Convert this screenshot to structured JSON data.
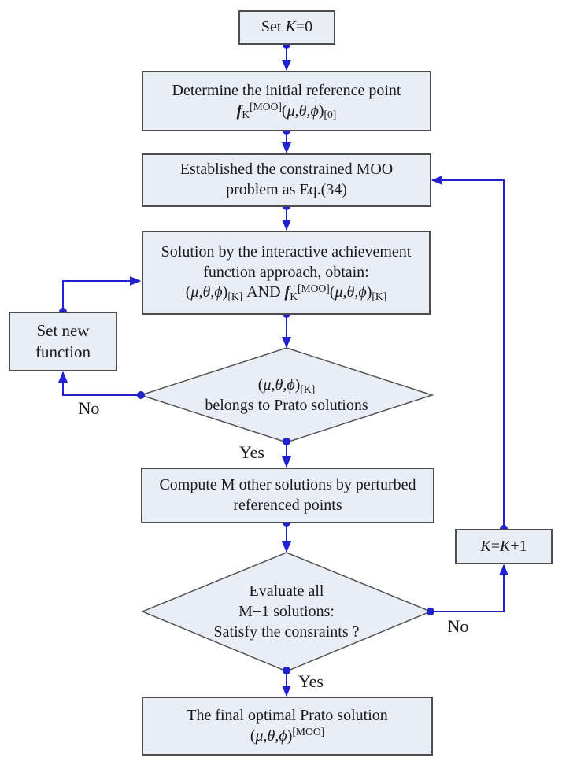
{
  "colors": {
    "node_fill": "#e9edf6",
    "node_border": "#4d4d4d",
    "diamond_border": "#555555",
    "connector_blue": "#2121cd",
    "text": "#1a1a1a",
    "background": "#ffffff"
  },
  "labels": {
    "yes_pareto": "Yes",
    "no_pareto": "No",
    "yes_evaluate": "Yes",
    "no_evaluate": "No"
  },
  "nodes": {
    "start": {
      "lines": [
        [
          {
            "t": "Set "
          },
          {
            "t": "K",
            "s": "i"
          },
          {
            "t": "=0"
          }
        ]
      ]
    },
    "init_reference": {
      "lines": [
        [
          {
            "t": "Determine the initial reference point"
          }
        ],
        [
          {
            "t": "f",
            "s": "bi"
          },
          {
            "t": "K",
            "s": "sub"
          },
          {
            "t": "[MOO]",
            "s": "sup"
          },
          {
            "t": "("
          },
          {
            "t": "μ,θ,ϕ",
            "s": "i"
          },
          {
            "t": ")"
          },
          {
            "t": "[0]",
            "s": "sub"
          }
        ]
      ]
    },
    "establish_moo": {
      "lines": [
        [
          {
            "t": "Established the constrained MOO"
          }
        ],
        [
          {
            "t": "problem as Eq.(34)"
          }
        ]
      ]
    },
    "solution": {
      "lines": [
        [
          {
            "t": "Solution by the interactive achievement"
          }
        ],
        [
          {
            "t": "function approach, obtain:"
          }
        ],
        [
          {
            "t": "("
          },
          {
            "t": "μ,θ,ϕ",
            "s": "i"
          },
          {
            "t": ")"
          },
          {
            "t": "[K]",
            "s": "sub"
          },
          {
            "t": " AND "
          },
          {
            "t": "f",
            "s": "bi"
          },
          {
            "t": "K",
            "s": "sub"
          },
          {
            "t": "[MOO]",
            "s": "sup"
          },
          {
            "t": "("
          },
          {
            "t": "μ,θ,ϕ",
            "s": "i"
          },
          {
            "t": ")"
          },
          {
            "t": "[K]",
            "s": "sub"
          }
        ]
      ]
    },
    "set_new_function": {
      "lines": [
        [
          {
            "t": "Set new"
          }
        ],
        [
          {
            "t": "function"
          }
        ]
      ]
    },
    "pareto_check": {
      "lines": [
        [
          {
            "t": "("
          },
          {
            "t": "μ,θ,ϕ",
            "s": "i"
          },
          {
            "t": ")"
          },
          {
            "t": "[K]",
            "s": "sub"
          }
        ],
        [
          {
            "t": "belongs to Prato solutions"
          }
        ]
      ]
    },
    "compute_m": {
      "lines": [
        [
          {
            "t": "Compute M other solutions by perturbed"
          }
        ],
        [
          {
            "t": "referenced points"
          }
        ]
      ]
    },
    "evaluate_check": {
      "lines": [
        [
          {
            "t": "Evaluate all"
          }
        ],
        [
          {
            "t": "M+1 solutions:"
          }
        ],
        [
          {
            "t": "Satisfy the consraints ?"
          }
        ]
      ]
    },
    "k_increment": {
      "lines": [
        [
          {
            "t": "K",
            "s": "i"
          },
          {
            "t": "="
          },
          {
            "t": "K",
            "s": "i"
          },
          {
            "t": "+1"
          }
        ]
      ]
    },
    "final_solution": {
      "lines": [
        [
          {
            "t": "The final optimal Prato solution"
          }
        ],
        [
          {
            "t": "("
          },
          {
            "t": "μ,θ,ϕ",
            "s": "i"
          },
          {
            "t": ")"
          },
          {
            "t": "[MOO]",
            "s": "sup"
          }
        ]
      ]
    }
  }
}
